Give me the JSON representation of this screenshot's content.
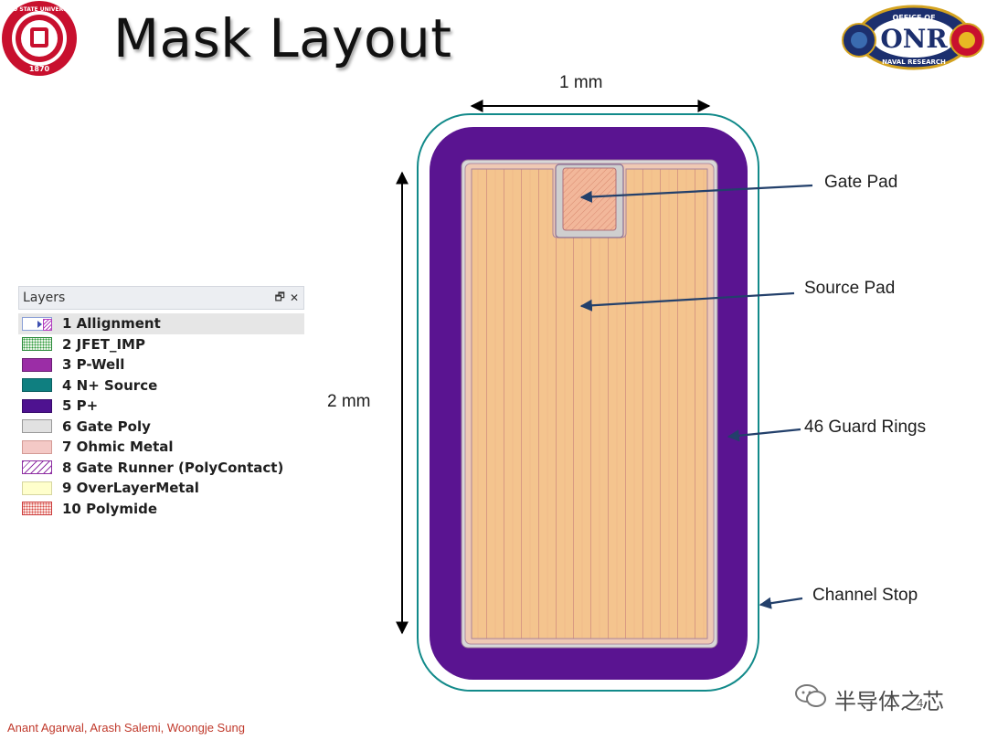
{
  "slide": {
    "title": "Mask Layout",
    "footer": "Anant Agarwal, Arash Salemi, Woongje Sung",
    "page_number": "4"
  },
  "logos": {
    "left": {
      "icon": "university-seal-logo",
      "color": "#c8102e",
      "year": "1870",
      "text": "OHIO STATE UNIVERSITY"
    },
    "right": {
      "icon": "onr-logo",
      "text": "OFFICE OF NAVAL RESEARCH",
      "mark": "ONR"
    }
  },
  "watermark": {
    "icon": "wechat-icon",
    "text": "半导体之芯"
  },
  "layers_panel": {
    "title": "Layers",
    "controls": [
      "restore-icon",
      "close-icon"
    ],
    "items": [
      {
        "label": "1 Allignment",
        "swatch": "alignment",
        "selected": true
      },
      {
        "label": "2 JFET_IMP",
        "swatch": "green-dots"
      },
      {
        "label": "3 P-Well",
        "swatch": "magenta-solid"
      },
      {
        "label": "4 N+ Source",
        "swatch": "teal-solid"
      },
      {
        "label": "5 P+",
        "swatch": "purple-solid"
      },
      {
        "label": "6 Gate Poly",
        "swatch": "gray-solid"
      },
      {
        "label": "7 Ohmic Metal",
        "swatch": "pink-solid"
      },
      {
        "label": "8 Gate Runner (PolyContact)",
        "swatch": "purple-hatch"
      },
      {
        "label": "9 OverLayerMetal",
        "swatch": "yellow-solid"
      },
      {
        "label": "10 Polymide",
        "swatch": "red-dots"
      }
    ]
  },
  "diagram": {
    "width_label": "1 mm",
    "height_label": "2 mm",
    "callouts": [
      "Gate Pad",
      "Source Pad",
      "46 Guard Rings",
      "Channel Stop"
    ],
    "colors": {
      "channel_stop": "#128a8a",
      "guard_rings": "#5a1491",
      "source_metal": "#f4c48e",
      "arrow": "#23406b"
    }
  }
}
